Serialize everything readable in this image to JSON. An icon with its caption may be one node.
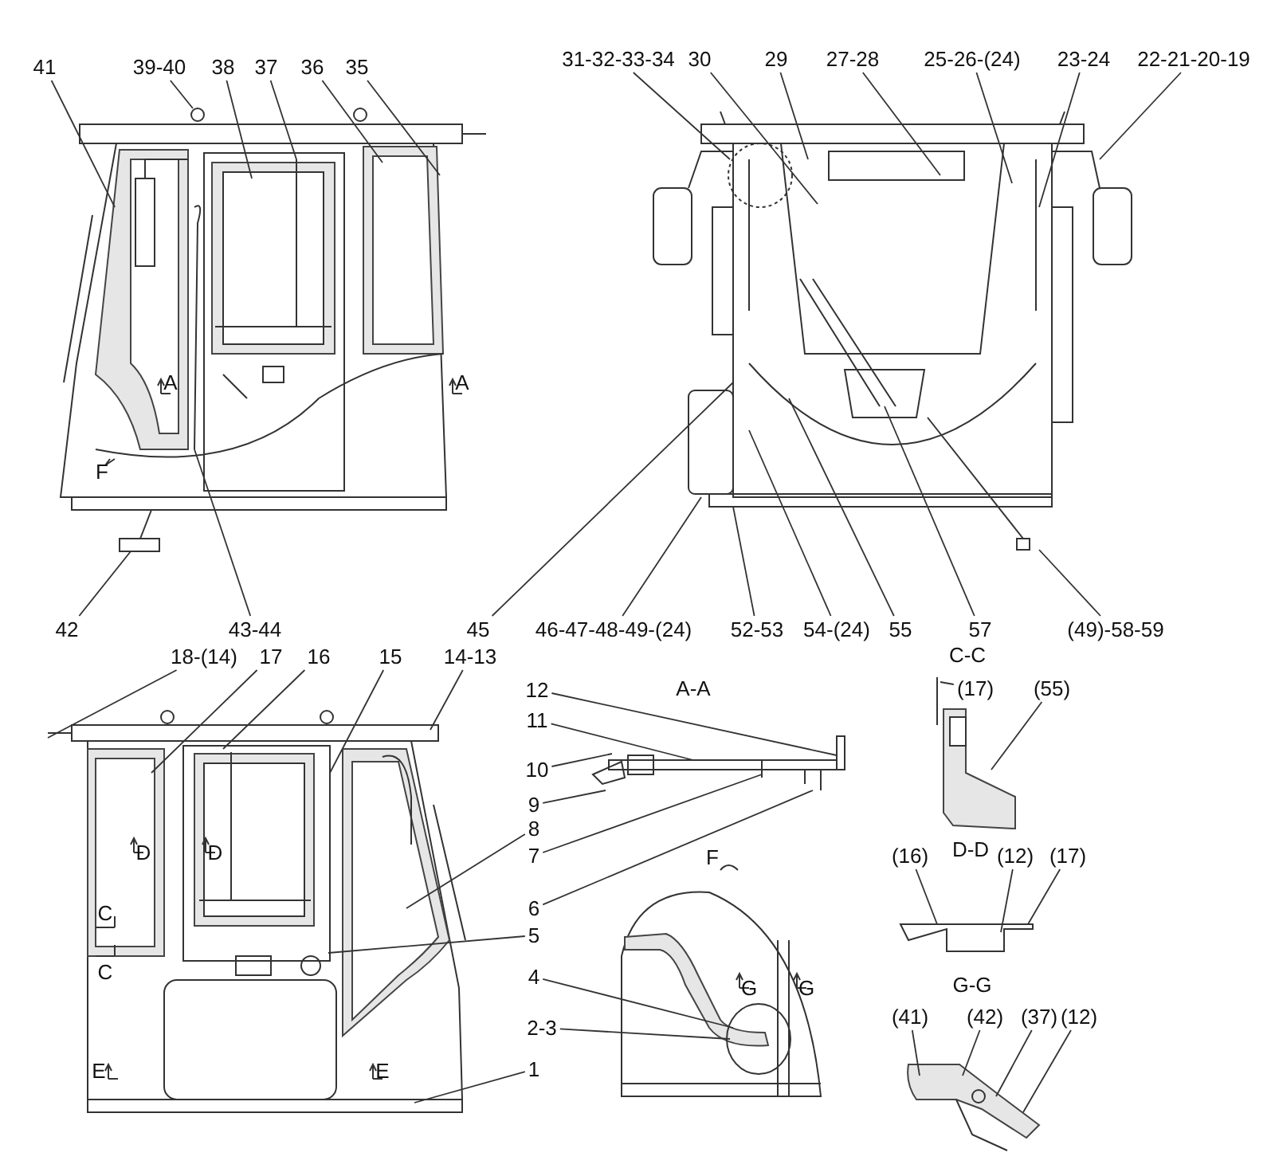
{
  "diagram": {
    "nodes": [
      {
        "text": [
          "41"
        ]
      },
      {
        "text": [
          "39-40"
        ]
      },
      {
        "text": [
          "38"
        ]
      },
      {
        "text": [
          "37"
        ]
      },
      {
        "text": [
          "36"
        ]
      },
      {
        "text": [
          "35"
        ]
      },
      {
        "text": [
          "31-32-33-34"
        ]
      },
      {
        "text": [
          "30"
        ]
      },
      {
        "text": [
          "29"
        ]
      },
      {
        "text": [
          "27-28"
        ]
      },
      {
        "text": [
          "25-26-(24)"
        ]
      },
      {
        "text": [
          "23-24"
        ]
      },
      {
        "text": [
          "22-21-20-19"
        ]
      },
      {
        "text": [
          "42"
        ]
      },
      {
        "text": [
          "43-44"
        ]
      },
      {
        "text": [
          "45"
        ]
      },
      {
        "text": [
          "46-47-48-49-(24)"
        ]
      },
      {
        "text": [
          "52-53"
        ]
      },
      {
        "text": [
          "54-(24)"
        ]
      },
      {
        "text": [
          "55"
        ]
      },
      {
        "text": [
          "57"
        ]
      },
      {
        "text": [
          "(49)-58-59"
        ]
      },
      {
        "text": [
          "18-(14)"
        ]
      },
      {
        "text": [
          "17"
        ]
      },
      {
        "text": [
          "16"
        ]
      },
      {
        "text": [
          "15"
        ]
      },
      {
        "text": [
          "14-13"
        ]
      },
      {
        "text": [
          "12"
        ]
      },
      {
        "text": [
          "11"
        ]
      },
      {
        "text": [
          "10"
        ]
      },
      {
        "text": [
          "9"
        ]
      },
      {
        "text": [
          "8"
        ]
      },
      {
        "text": [
          "7"
        ]
      },
      {
        "text": [
          "6"
        ]
      },
      {
        "text": [
          "5"
        ]
      },
      {
        "text": [
          "4"
        ]
      },
      {
        "text": [
          "2-3"
        ]
      },
      {
        "text": [
          "1"
        ]
      },
      {
        "text": [
          "(17)"
        ]
      },
      {
        "text": [
          "(55)"
        ]
      },
      {
        "text": [
          "(16)"
        ]
      },
      {
        "text": [
          "(12)"
        ]
      },
      {
        "text": [
          "(17)"
        ]
      },
      {
        "text": [
          "(41)"
        ]
      },
      {
        "text": [
          "(42)"
        ]
      },
      {
        "text": [
          "(37)"
        ]
      },
      {
        "text": [
          "(12)"
        ]
      },
      {
        "text": [],
        "shape": "picture"
      },
      {
        "text": [],
        "shape": "picture"
      },
      {
        "text": [],
        "shape": "picture"
      },
      {
        "text": [],
        "shape": "picture"
      },
      {
        "text": [],
        "shape": "picture"
      },
      {
        "text": [],
        "shape": "picture"
      },
      {
        "text": [],
        "shape": "picture"
      },
      {
        "text": [],
        "shape": "picture"
      }
    ],
    "edges": [
      {
        "from": 0,
        "to": 47,
        "arrow": "none"
      },
      {
        "from": 1,
        "to": 47,
        "arrow": "none"
      },
      {
        "from": 2,
        "to": 47,
        "arrow": "none"
      },
      {
        "from": 3,
        "to": 47,
        "arrow": "none"
      },
      {
        "from": 4,
        "to": 47,
        "arrow": "none"
      },
      {
        "from": 5,
        "to": 47,
        "arrow": "none"
      },
      {
        "from": 6,
        "to": 48,
        "arrow": "none"
      },
      {
        "from": 7,
        "to": 48,
        "arrow": "none"
      },
      {
        "from": 8,
        "to": 48,
        "arrow": "none"
      },
      {
        "from": 9,
        "to": 48,
        "arrow": "none"
      },
      {
        "from": 10,
        "to": 48,
        "arrow": "none"
      },
      {
        "from": 11,
        "to": 48,
        "arrow": "none"
      },
      {
        "from": 12,
        "to": 48,
        "arrow": "none"
      },
      {
        "from": 13,
        "to": 47,
        "arrow": "none"
      },
      {
        "from": 14,
        "to": 47,
        "arrow": "none"
      },
      {
        "from": 15,
        "to": 48,
        "arrow": "none"
      },
      {
        "from": 16,
        "to": 48,
        "arrow": "none"
      },
      {
        "from": 17,
        "to": 48,
        "arrow": "none"
      },
      {
        "from": 18,
        "to": 48,
        "arrow": "none"
      },
      {
        "from": 19,
        "to": 48,
        "arrow": "none"
      },
      {
        "from": 20,
        "to": 48,
        "arrow": "none"
      },
      {
        "from": 21,
        "to": 48,
        "arrow": "none"
      },
      {
        "from": 22,
        "to": 49,
        "arrow": "none"
      },
      {
        "from": 23,
        "to": 49,
        "arrow": "none"
      },
      {
        "from": 24,
        "to": 49,
        "arrow": "none"
      },
      {
        "from": 25,
        "to": 49,
        "arrow": "none"
      },
      {
        "from": 26,
        "to": 49,
        "arrow": "none"
      },
      {
        "from": 27,
        "to": 50,
        "arrow": "none"
      },
      {
        "from": 28,
        "to": 50,
        "arrow": "none"
      },
      {
        "from": 29,
        "to": 50,
        "arrow": "none"
      },
      {
        "from": 30,
        "to": 50,
        "arrow": "none"
      },
      {
        "from": 31,
        "to": 49,
        "arrow": "none"
      },
      {
        "from": 32,
        "to": 50,
        "arrow": "none"
      },
      {
        "from": 33,
        "to": 50,
        "arrow": "none"
      },
      {
        "from": 34,
        "to": 49,
        "arrow": "none"
      },
      {
        "from": 35,
        "to": 53,
        "arrow": "none"
      },
      {
        "from": 36,
        "to": 53,
        "arrow": "none"
      },
      {
        "from": 37,
        "to": 49,
        "arrow": "none"
      },
      {
        "from": 38,
        "to": 51,
        "arrow": "none"
      },
      {
        "from": 39,
        "to": 51,
        "arrow": "none"
      },
      {
        "from": 40,
        "to": 52,
        "arrow": "none"
      },
      {
        "from": 41,
        "to": 52,
        "arrow": "none"
      },
      {
        "from": 42,
        "to": 52,
        "arrow": "none"
      },
      {
        "from": 43,
        "to": 54,
        "arrow": "none"
      },
      {
        "from": 44,
        "to": 54,
        "arrow": "none"
      },
      {
        "from": 45,
        "to": 54,
        "arrow": "none"
      },
      {
        "from": 46,
        "to": 54,
        "arrow": "none"
      }
    ],
    "labels": [
      "A",
      "A",
      "F",
      "C-C",
      "A-A",
      "D",
      "D",
      "D-D",
      "F",
      "C",
      "G-G",
      "C",
      "G",
      "G",
      "E",
      "E"
    ]
  }
}
